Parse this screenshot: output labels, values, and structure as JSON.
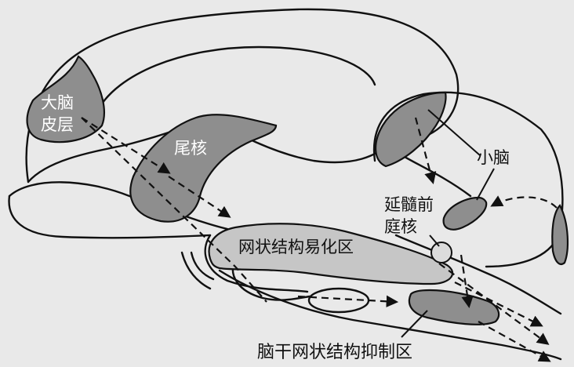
{
  "labels": {
    "cortex_line1": "大脑",
    "cortex_line2": "皮层",
    "caudate": "尾核",
    "cerebellum": "小脑",
    "vestibular_line1": "延髓前",
    "vestibular_line2": "庭核",
    "facilitatory": "网状结构易化区",
    "inhibitory": "脑干网状结构抑制区"
  },
  "colors": {
    "background": "#e9e9e9",
    "dark_region": "#8e8e8e",
    "light_region": "#c6c6c6",
    "ink": "#111111"
  }
}
